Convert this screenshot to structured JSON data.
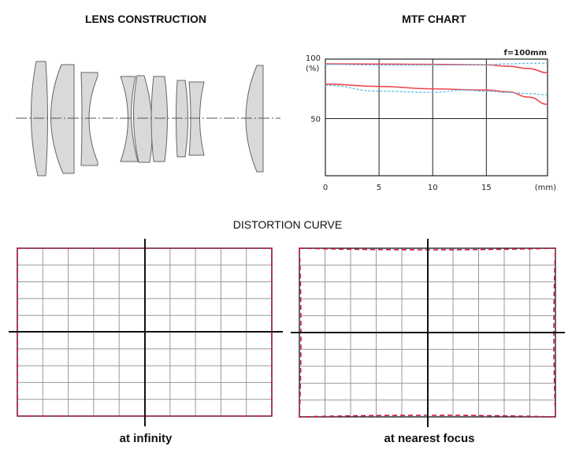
{
  "lens_construction": {
    "title": "LENS CONSTRUCTION"
  },
  "mtf": {
    "title": "MTF CHART"
  },
  "distortion": {
    "title": "DISTORTION CURVE",
    "left_caption": "at infinity",
    "right_caption": "at nearest focus"
  },
  "colors": {
    "sagittal_red": "#f0474f",
    "meridional_blue": "#5ab8e6",
    "frame_red": "#d0123f",
    "grid": "#999999"
  },
  "chart_data": {
    "type": "line",
    "title": "MTF CHART",
    "annotation": "f=100mm",
    "xlabel": "(mm)",
    "ylabel": "(%)",
    "xlim": [
      0,
      20.7
    ],
    "ylim": [
      2,
      100
    ],
    "x_ticks": [
      "0",
      "5",
      "10",
      "15"
    ],
    "y_ticks": [
      "100",
      "50"
    ],
    "grid": true,
    "series": [
      {
        "name": "red-high",
        "style": "solid",
        "color": "#f0474f",
        "x": [
          0,
          5,
          10,
          15,
          17,
          19,
          20.7
        ],
        "y": [
          96,
          95.8,
          95.6,
          95.2,
          94,
          92,
          88.5
        ]
      },
      {
        "name": "blue-high",
        "style": "dashed",
        "color": "#5ab8e6",
        "x": [
          0,
          5,
          10,
          15,
          17,
          19,
          20.7
        ],
        "y": [
          95.5,
          95,
          95,
          95.3,
          96,
          96.5,
          96.5
        ]
      },
      {
        "name": "red-low",
        "style": "solid",
        "color": "#f0474f",
        "x": [
          0,
          5,
          10,
          15,
          17,
          19,
          20.7
        ],
        "y": [
          79,
          77,
          75,
          74,
          72.5,
          68,
          62
        ]
      },
      {
        "name": "blue-low",
        "style": "dashed",
        "color": "#5ab8e6",
        "x": [
          0,
          5,
          10,
          13,
          15,
          17,
          19,
          20.7
        ],
        "y": [
          78,
          73,
          72,
          74,
          73,
          72,
          71,
          70
        ]
      }
    ]
  }
}
